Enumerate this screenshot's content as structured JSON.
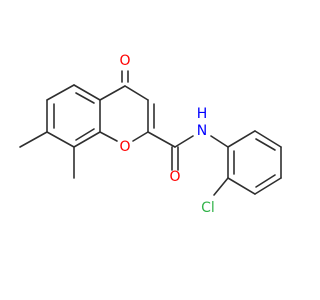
{
  "molecule": {
    "atoms": {
      "oxygen_ketone": "O",
      "oxygen_ring": "O",
      "oxygen_amide": "O",
      "nitrogen_amide": "N",
      "nitrogen_hydrogen": "H",
      "chlorine": "Cl"
    }
  },
  "colors": {
    "bond": "#2f2f2f",
    "oxygen": "#ff0000",
    "nitrogen": "#0000ff",
    "hydrogen": "#0000ff",
    "chlorine": "#32b34a"
  }
}
